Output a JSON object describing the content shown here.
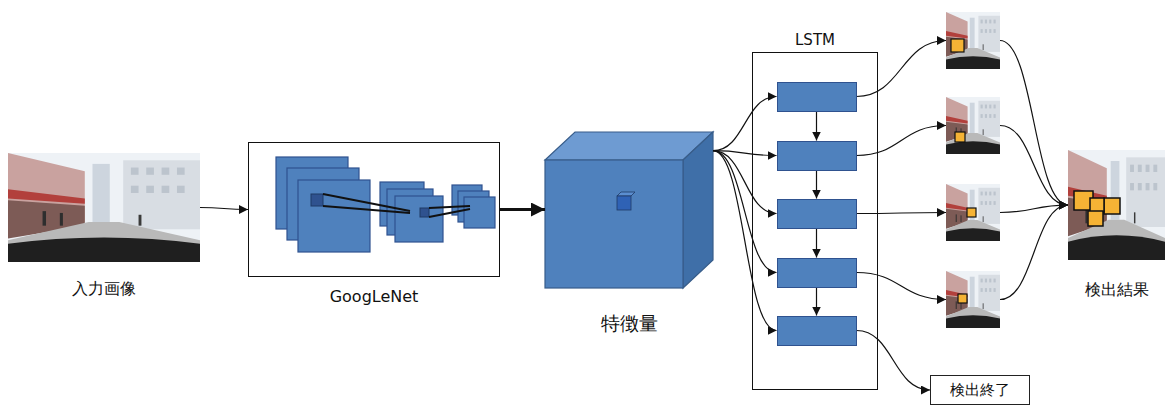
{
  "diagram": {
    "nodes": [
      {
        "text": [
          "入力画像"
        ]
      },
      {
        "text": [
          "GoogLeNet"
        ]
      },
      {
        "text": [
          "特徴量"
        ]
      },
      {
        "text": [
          "LSTM"
        ]
      },
      {
        "text": [],
        "in": 3
      },
      {
        "text": [],
        "in": 3
      },
      {
        "text": [],
        "in": 3
      },
      {
        "text": [],
        "in": 3
      },
      {
        "text": [],
        "in": 3
      },
      {
        "text": []
      },
      {
        "text": []
      },
      {
        "text": []
      },
      {
        "text": []
      },
      {
        "text": [
          "検出結果"
        ]
      },
      {
        "text": [
          "検出終了"
        ]
      }
    ],
    "edges": [
      {
        "from": 0,
        "to": 1,
        "arrow": "to"
      },
      {
        "from": 1,
        "to": 2,
        "arrow": "to"
      },
      {
        "from": 2,
        "to": 4,
        "arrow": "to"
      },
      {
        "from": 2,
        "to": 5,
        "arrow": "to"
      },
      {
        "from": 2,
        "to": 6,
        "arrow": "to"
      },
      {
        "from": 2,
        "to": 7,
        "arrow": "to"
      },
      {
        "from": 2,
        "to": 8,
        "arrow": "to"
      },
      {
        "from": 4,
        "to": 5,
        "arrow": "to"
      },
      {
        "from": 5,
        "to": 6,
        "arrow": "to"
      },
      {
        "from": 6,
        "to": 7,
        "arrow": "to"
      },
      {
        "from": 7,
        "to": 8,
        "arrow": "to"
      },
      {
        "from": 4,
        "to": 9,
        "arrow": "to"
      },
      {
        "from": 5,
        "to": 10,
        "arrow": "to"
      },
      {
        "from": 6,
        "to": 11,
        "arrow": "to"
      },
      {
        "from": 7,
        "to": 12,
        "arrow": "to"
      },
      {
        "from": 8,
        "to": 14,
        "arrow": "to"
      },
      {
        "from": 9,
        "to": 13,
        "arrow": "to"
      },
      {
        "from": 10,
        "to": 13,
        "arrow": "to"
      },
      {
        "from": 11,
        "to": 13,
        "arrow": "to"
      },
      {
        "from": 12,
        "to": 13,
        "arrow": "to"
      }
    ]
  }
}
